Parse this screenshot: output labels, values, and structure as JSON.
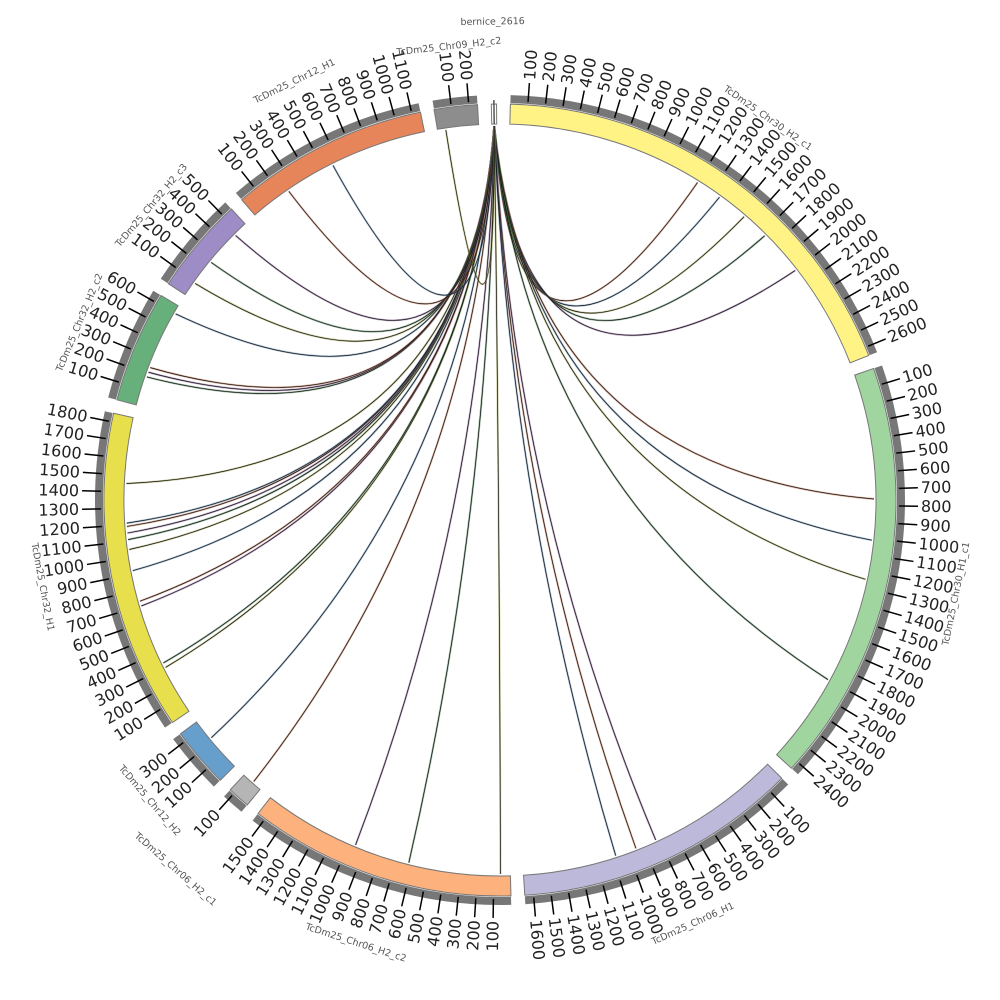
{
  "chart_data": {
    "type": "chord",
    "title": "",
    "tick_interval": 100,
    "segments": [
      {
        "name": "TcDm25_Chr30_H2_c1",
        "length": 2650,
        "color": "#fff385"
      },
      {
        "name": "TcDm25_Chr30_H1_c1",
        "length": 2450,
        "color": "#a0d5a0"
      },
      {
        "name": "TcDm25_Chr06_H1",
        "length": 1650,
        "color": "#bcb9da"
      },
      {
        "name": "TcDm25_Chr06_H2_c2",
        "length": 1550,
        "color": "#fdb17c"
      },
      {
        "name": "TcDm25_Chr06_H2_c1",
        "length": 130,
        "color": "#b5b5b5"
      },
      {
        "name": "TcDm25_Chr12_H2",
        "length": 350,
        "color": "#679fcc"
      },
      {
        "name": "TcDm25_Chr32_H1",
        "length": 1850,
        "color": "#e8df4d"
      },
      {
        "name": "TcDm25_Chr32_H2_c2",
        "length": 650,
        "color": "#67b07b"
      },
      {
        "name": "TcDm25_Chr32_H2_c3",
        "length": 560,
        "color": "#9d8cc5"
      },
      {
        "name": "TcDm25_Chr12_H1",
        "length": 1150,
        "color": "#e6855a"
      },
      {
        "name": "TcDm25_Chr09_H2_c2",
        "length": 250,
        "color": "#8d8d8d"
      },
      {
        "name": "bernice_2616",
        "length": 30,
        "color": "#ffffff"
      }
    ],
    "links": [
      {
        "from": [
          "bernice_2616",
          15
        ],
        "to": [
          "TcDm25_Chr30_H2_c1",
          1200
        ]
      },
      {
        "from": [
          "bernice_2616",
          15
        ],
        "to": [
          "TcDm25_Chr30_H2_c1",
          1360
        ]
      },
      {
        "from": [
          "bernice_2616",
          15
        ],
        "to": [
          "TcDm25_Chr30_H2_c1",
          1550
        ]
      },
      {
        "from": [
          "bernice_2616",
          15
        ],
        "to": [
          "TcDm25_Chr30_H2_c1",
          1720
        ]
      },
      {
        "from": [
          "bernice_2616",
          15
        ],
        "to": [
          "TcDm25_Chr30_H2_c1",
          2000
        ]
      },
      {
        "from": [
          "bernice_2616",
          15
        ],
        "to": [
          "TcDm25_Chr30_H1_c1",
          760
        ]
      },
      {
        "from": [
          "bernice_2616",
          15
        ],
        "to": [
          "TcDm25_Chr30_H1_c1",
          1010
        ]
      },
      {
        "from": [
          "bernice_2616",
          15
        ],
        "to": [
          "TcDm25_Chr30_H1_c1",
          1250
        ]
      },
      {
        "from": [
          "bernice_2616",
          15
        ],
        "to": [
          "TcDm25_Chr30_H1_c1",
          1900
        ]
      },
      {
        "from": [
          "bernice_2616",
          15
        ],
        "to": [
          "TcDm25_Chr06_H1",
          820
        ]
      },
      {
        "from": [
          "bernice_2616",
          15
        ],
        "to": [
          "TcDm25_Chr06_H1",
          950
        ]
      },
      {
        "from": [
          "bernice_2616",
          15
        ],
        "to": [
          "TcDm25_Chr06_H1",
          1080
        ]
      },
      {
        "from": [
          "bernice_2616",
          15
        ],
        "to": [
          "TcDm25_Chr06_H2_c2",
          60
        ]
      },
      {
        "from": [
          "bernice_2616",
          15
        ],
        "to": [
          "TcDm25_Chr06_H2_c2",
          620
        ]
      },
      {
        "from": [
          "bernice_2616",
          15
        ],
        "to": [
          "TcDm25_Chr06_H2_c2",
          960
        ]
      },
      {
        "from": [
          "bernice_2616",
          15
        ],
        "to": [
          "TcDm25_Chr06_H2_c1",
          60
        ]
      },
      {
        "from": [
          "bernice_2616",
          15
        ],
        "to": [
          "TcDm25_Chr12_H2",
          220
        ]
      },
      {
        "from": [
          "bernice_2616",
          15
        ],
        "to": [
          "TcDm25_Chr32_H1",
          300
        ]
      },
      {
        "from": [
          "bernice_2616",
          15
        ],
        "to": [
          "TcDm25_Chr32_H1",
          330
        ]
      },
      {
        "from": [
          "bernice_2616",
          15
        ],
        "to": [
          "TcDm25_Chr32_H1",
          700
        ]
      },
      {
        "from": [
          "bernice_2616",
          15
        ],
        "to": [
          "TcDm25_Chr32_H1",
          730
        ]
      },
      {
        "from": [
          "bernice_2616",
          15
        ],
        "to": [
          "TcDm25_Chr32_H1",
          920
        ]
      },
      {
        "from": [
          "bernice_2616",
          15
        ],
        "to": [
          "TcDm25_Chr32_H1",
          1050
        ]
      },
      {
        "from": [
          "bernice_2616",
          15
        ],
        "to": [
          "TcDm25_Chr32_H1",
          1110
        ]
      },
      {
        "from": [
          "bernice_2616",
          15
        ],
        "to": [
          "TcDm25_Chr32_H1",
          1150
        ]
      },
      {
        "from": [
          "bernice_2616",
          15
        ],
        "to": [
          "TcDm25_Chr32_H1",
          1190
        ]
      },
      {
        "from": [
          "bernice_2616",
          15
        ],
        "to": [
          "TcDm25_Chr32_H1",
          1210
        ]
      },
      {
        "from": [
          "bernice_2616",
          15
        ],
        "to": [
          "TcDm25_Chr32_H1",
          1450
        ]
      },
      {
        "from": [
          "bernice_2616",
          15
        ],
        "to": [
          "TcDm25_Chr32_H2_c2",
          180
        ]
      },
      {
        "from": [
          "bernice_2616",
          15
        ],
        "to": [
          "TcDm25_Chr32_H2_c2",
          210
        ]
      },
      {
        "from": [
          "bernice_2616",
          15
        ],
        "to": [
          "TcDm25_Chr32_H2_c2",
          240
        ]
      },
      {
        "from": [
          "bernice_2616",
          15
        ],
        "to": [
          "TcDm25_Chr32_H2_c2",
          600
        ]
      },
      {
        "from": [
          "bernice_2616",
          15
        ],
        "to": [
          "TcDm25_Chr32_H2_c3",
          90
        ]
      },
      {
        "from": [
          "bernice_2616",
          15
        ],
        "to": [
          "TcDm25_Chr32_H2_c3",
          250
        ]
      },
      {
        "from": [
          "bernice_2616",
          15
        ],
        "to": [
          "TcDm25_Chr32_H2_c3",
          470
        ]
      },
      {
        "from": [
          "bernice_2616",
          15
        ],
        "to": [
          "TcDm25_Chr12_H1",
          250
        ]
      },
      {
        "from": [
          "bernice_2616",
          15
        ],
        "to": [
          "TcDm25_Chr12_H1",
          560
        ]
      },
      {
        "from": [
          "bernice_2616",
          15
        ],
        "to": [
          "TcDm25_Chr09_H2_c2",
          50
        ]
      }
    ]
  }
}
